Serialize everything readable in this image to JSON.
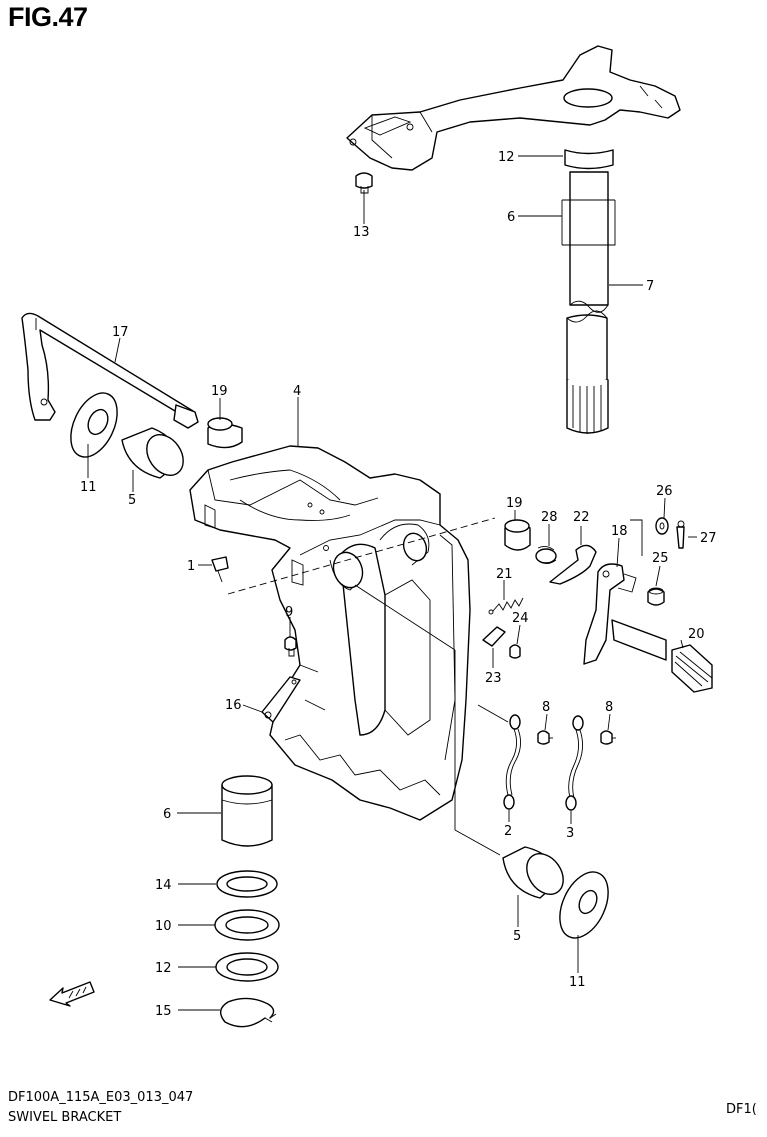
{
  "figure": {
    "title": "FIG.47",
    "code": "DF100A_115A_E03_013_047",
    "name": "SWIVEL BRACKET",
    "right_code": "DF1("
  },
  "callouts": {
    "c1": "1",
    "c2": "2",
    "c3": "3",
    "c4": "4",
    "c5a": "5",
    "c5b": "5",
    "c6a": "6",
    "c6b": "6",
    "c7": "7",
    "c8a": "8",
    "c8b": "8",
    "c9": "9",
    "c10": "10",
    "c11a": "11",
    "c11b": "11",
    "c12a": "12",
    "c12b": "12",
    "c13": "13",
    "c14": "14",
    "c15": "15",
    "c16": "16",
    "c17": "17",
    "c18": "18",
    "c19a": "19",
    "c19b": "19",
    "c20": "20",
    "c21": "21",
    "c22": "22",
    "c23": "23",
    "c24": "24",
    "c25": "25",
    "c26": "26",
    "c27": "27",
    "c28": "28"
  },
  "icons": {
    "forward_arrow": "fwd-arrow-icon"
  }
}
